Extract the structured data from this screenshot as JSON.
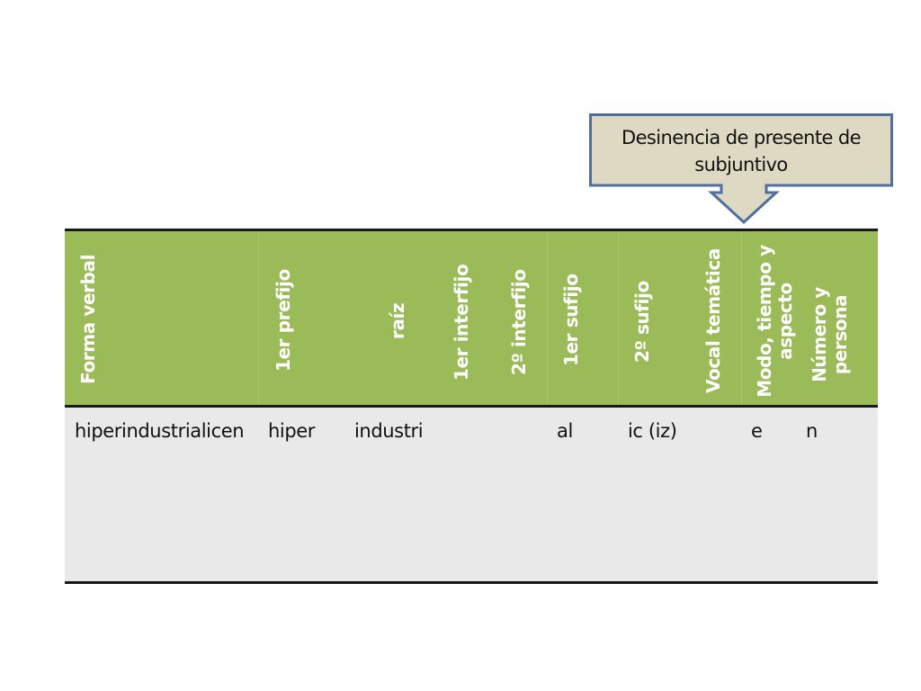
{
  "callout": {
    "line1": "Desinencia de presente de",
    "line2": "subjuntivo",
    "fill": "#ddd9c3",
    "border": "#4f6f9f"
  },
  "table": {
    "header_color": "#9bbb59",
    "body_color": "#e9e9e9",
    "headers": {
      "forma_verbal": "Forma verbal",
      "prefijo1": "1er prefijo",
      "raiz": "raíz",
      "interfijo1": "1er interfijo",
      "interfijo2": "2º interfijo",
      "sufijo1": "1er sufijo",
      "sufijo2": "2º sufijo",
      "vocal_tematica": "Vocal temática",
      "modo_line1": "Modo, tiempo y",
      "modo_line2": "aspecto",
      "numero_line1": "Número y",
      "numero_line2": "persona"
    },
    "row": {
      "forma_verbal": "hiperindustrialicen",
      "prefijo1": "hiper",
      "raiz": "industri",
      "sufijo1": "al",
      "sufijo2": "ic (iz)",
      "modo": "e",
      "numero": "n"
    }
  }
}
